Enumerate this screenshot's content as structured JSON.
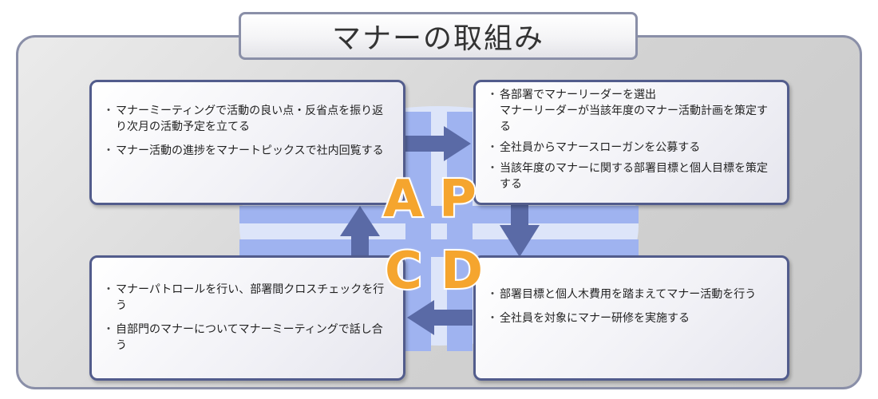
{
  "title": "マナーの取組み",
  "phases": {
    "a": {
      "letter": "A",
      "items": [
        "マナーミーティングで活動の良い点・反省点を振り返り次月の活動予定を立てる",
        "マナー活動の進捗をマナートピックスで社内回覧する"
      ]
    },
    "p": {
      "letter": "P",
      "items": [
        "各部署でマナーリーダーを選出\nマナーリーダーが当該年度のマナー活動計画を策定する",
        "全社員からマナースローガンを公募する",
        "当該年度のマナーに関する部署目標と個人目標を策定する"
      ]
    },
    "c": {
      "letter": "C",
      "items": [
        "マナーパトロールを行い、部署間クロスチェックを行う",
        "自部門のマナーについてマナーミーティングで話し合う"
      ]
    },
    "d": {
      "letter": "D",
      "items": [
        "部署目標と個人木費用を踏まえてマナー活動を行う",
        "全社員を対象にマナー研修を実施する"
      ]
    }
  },
  "colors": {
    "border": "#525c8c",
    "arrow": "#5a6aa6",
    "band": "#9fb3f0",
    "ellipse": "#dde6fb",
    "letter": "#f5a52e"
  }
}
